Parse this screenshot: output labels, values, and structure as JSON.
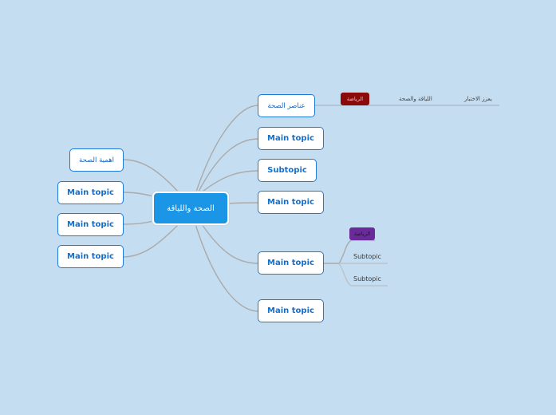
{
  "colors": {
    "background": "#c4ddf0",
    "central_fill": "#1b95e6",
    "node_border": "#1f7ad6",
    "node_text": "#1070d0",
    "connector": "#aaaaaa",
    "tag_red": "#8b0a0a",
    "tag_purple": "#6a2a9a"
  },
  "central_topic": {
    "label": "الصحة واللياقة"
  },
  "left_topics": [
    {
      "label": "اهمية الصحة"
    },
    {
      "label": "Main topic"
    },
    {
      "label": "Main topic"
    },
    {
      "label": "Main topic"
    }
  ],
  "right_topics": [
    {
      "label": "عناصر الصحة",
      "children": [
        {
          "label": "الرياضة",
          "type": "tag",
          "color": "red"
        },
        {
          "label": "اللياقة والصحة",
          "type": "text"
        },
        {
          "label": "يعزز الاختبار",
          "type": "text"
        }
      ]
    },
    {
      "label": "Main topic"
    },
    {
      "label": "Subtopic"
    },
    {
      "label": "Main topic"
    },
    {
      "label": "Main topic",
      "children": [
        {
          "label": "الرياضة",
          "type": "tag",
          "color": "purple"
        },
        {
          "label": "Subtopic",
          "type": "text"
        },
        {
          "label": "Subtopic",
          "type": "text"
        }
      ]
    },
    {
      "label": "Main topic"
    }
  ]
}
